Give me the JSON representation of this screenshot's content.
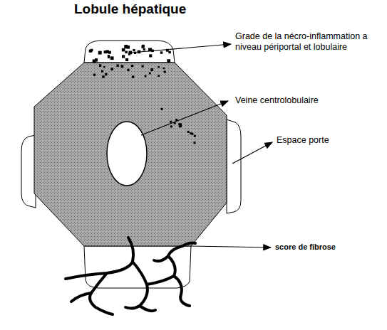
{
  "diagram": {
    "title": "Lobule hépatique",
    "labels": [
      "Grade de la nécro-inflammation a niveau périportal et lobulaire",
      "Veine centrolobulaire",
      "Espace porte",
      "score de fibrose"
    ]
  }
}
